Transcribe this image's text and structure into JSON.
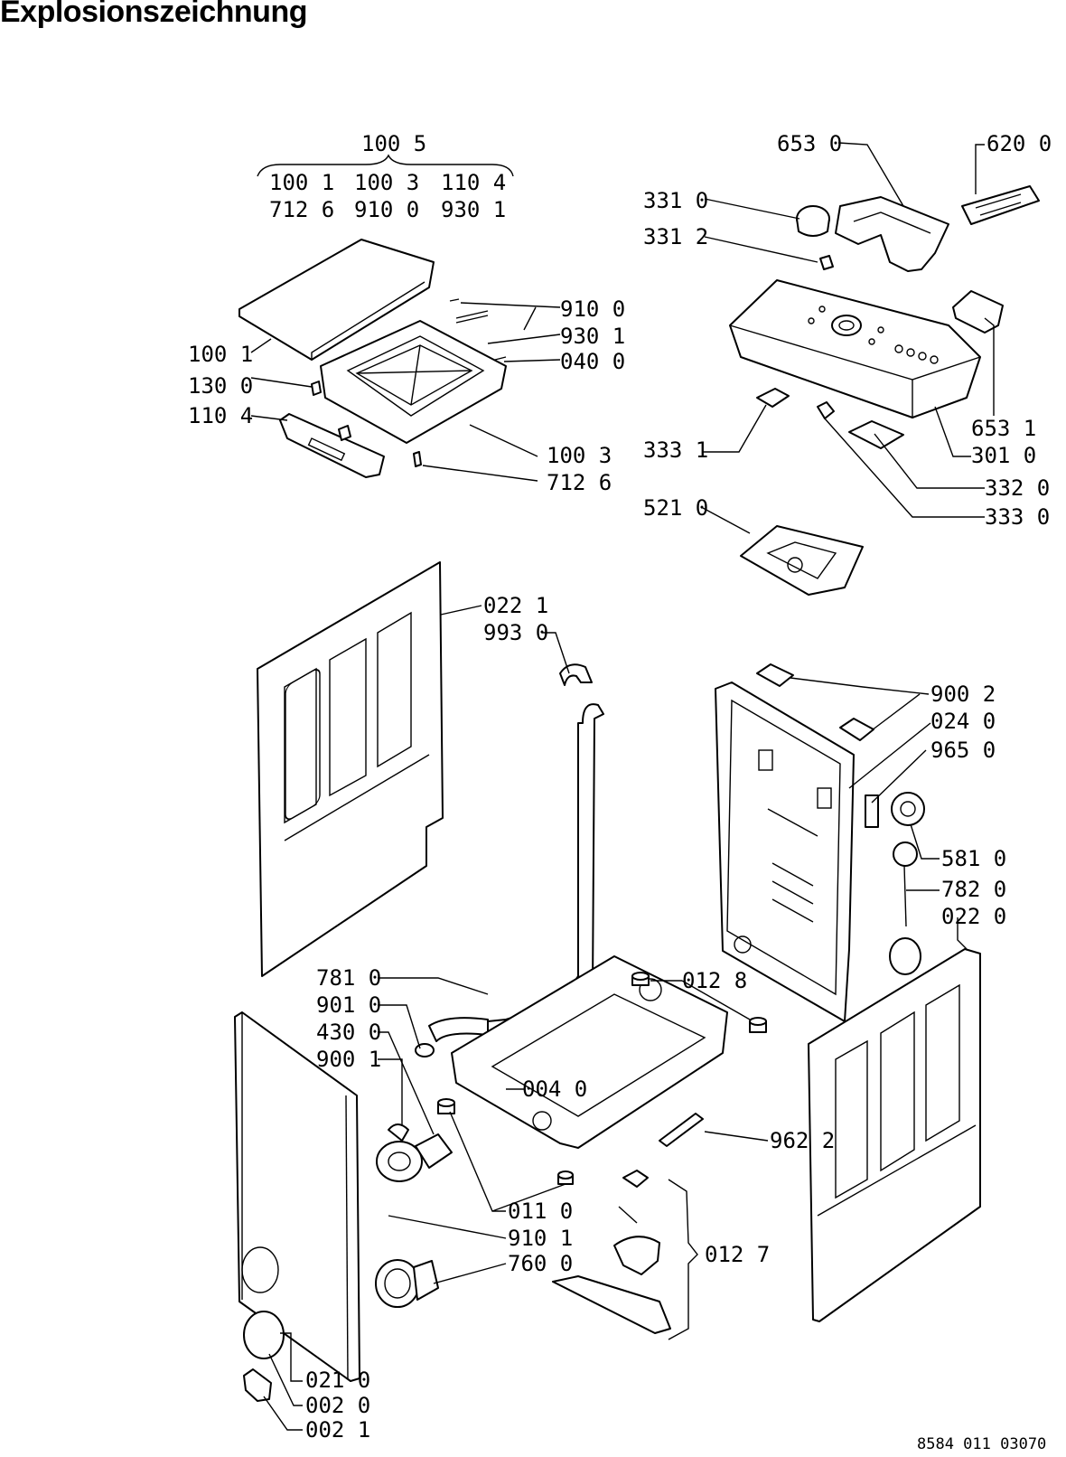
{
  "title": "Explosionszeichnung",
  "document_number": "8584 011 03070",
  "group_header": {
    "top": "100 5",
    "row1": [
      "100 1",
      "100 3",
      "110 4"
    ],
    "row2": [
      "712 6",
      "910 0",
      "930 1"
    ]
  },
  "part_labels": [
    {
      "id": "p6530",
      "text": "653 0"
    },
    {
      "id": "p6200",
      "text": "620 0"
    },
    {
      "id": "p3310",
      "text": "331 0"
    },
    {
      "id": "p3312",
      "text": "331 2"
    },
    {
      "id": "p9100a",
      "text": "910 0"
    },
    {
      "id": "p9301",
      "text": "930 1"
    },
    {
      "id": "p0400",
      "text": "040 0"
    },
    {
      "id": "p1001",
      "text": "100 1"
    },
    {
      "id": "p1300",
      "text": "130 0"
    },
    {
      "id": "p1104",
      "text": "110 4"
    },
    {
      "id": "p1003",
      "text": "100 3"
    },
    {
      "id": "p7126",
      "text": "712 6"
    },
    {
      "id": "p6531",
      "text": "653 1"
    },
    {
      "id": "p3331",
      "text": "333 1"
    },
    {
      "id": "p3010",
      "text": "301 0"
    },
    {
      "id": "p3320",
      "text": "332 0"
    },
    {
      "id": "p3330",
      "text": "333 0"
    },
    {
      "id": "p5210",
      "text": "521 0"
    },
    {
      "id": "p0221",
      "text": "022 1"
    },
    {
      "id": "p9930",
      "text": "993 0"
    },
    {
      "id": "p9002",
      "text": "900 2"
    },
    {
      "id": "p0240",
      "text": "024 0"
    },
    {
      "id": "p9650",
      "text": "965 0"
    },
    {
      "id": "p5810",
      "text": "581 0"
    },
    {
      "id": "p7820",
      "text": "782 0"
    },
    {
      "id": "p0220",
      "text": "022 0"
    },
    {
      "id": "p7810",
      "text": "781 0"
    },
    {
      "id": "p0128",
      "text": "012 8"
    },
    {
      "id": "p9010",
      "text": "901 0"
    },
    {
      "id": "p4300",
      "text": "430 0"
    },
    {
      "id": "p9001",
      "text": "900 1"
    },
    {
      "id": "p0040",
      "text": "004 0"
    },
    {
      "id": "p9622",
      "text": "962 2"
    },
    {
      "id": "p0110",
      "text": "011 0"
    },
    {
      "id": "p9101",
      "text": "910 1"
    },
    {
      "id": "p7600",
      "text": "760 0"
    },
    {
      "id": "p0127",
      "text": "012 7"
    },
    {
      "id": "p0210",
      "text": "021 0"
    },
    {
      "id": "p0020",
      "text": "002 0"
    },
    {
      "id": "p0021",
      "text": "002 1"
    }
  ]
}
